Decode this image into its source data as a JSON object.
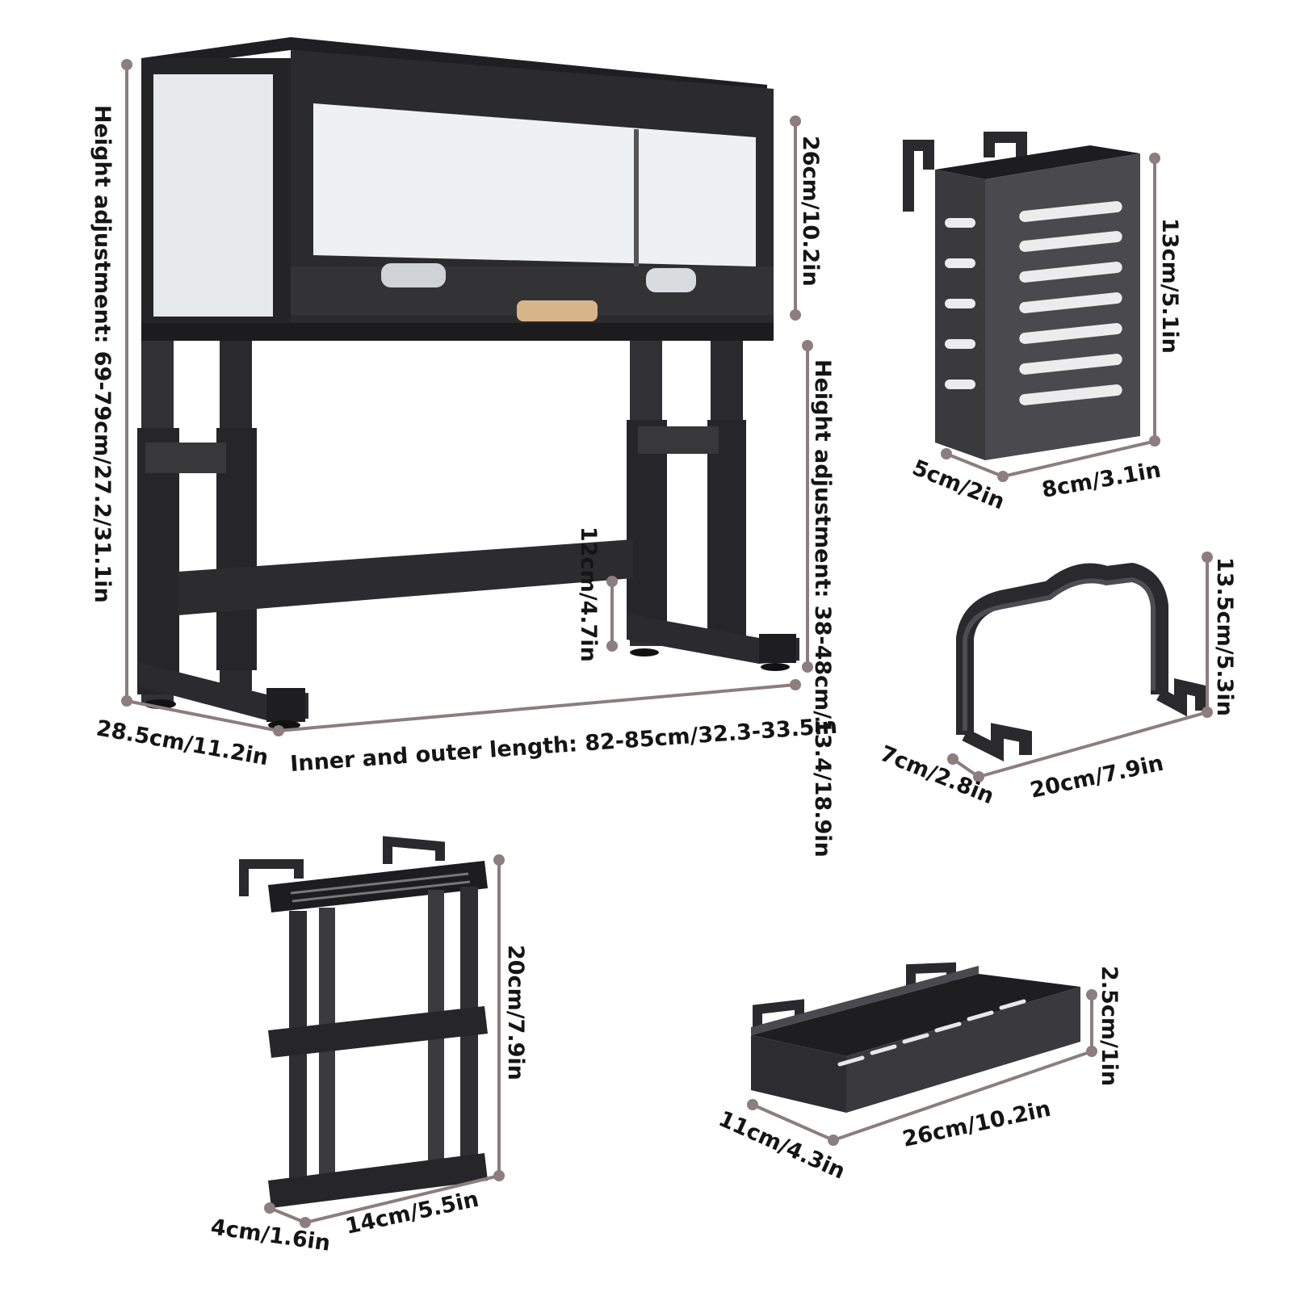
{
  "colors": {
    "metal": "#2f2f31",
    "metal_dark": "#1c1c1e",
    "metal_light": "#4a4a4e",
    "panel": "#eef0f2",
    "dimension_line": "#8c7d7f",
    "handle": "#d8b48a",
    "text": "#151515"
  },
  "icons": {
    "main_rack": "cabinet-rack-icon",
    "utensil_holder": "slotted-basket-icon",
    "lid_holder": "u-bracket-icon",
    "knife_rack": "knife-rack-icon",
    "sponge_tray": "tray-icon"
  },
  "main_rack": {
    "total_height": "Height adjustment: 69-79cm/27.2/31.1in",
    "cabinet_height": "26cm/10.2in",
    "leg_height": "Height adjustment: 38-48cm/13.4/18.9in",
    "crossbar_height": "12cm/4.7in",
    "length": "Inner and outer length: 82-85cm/32.3-33.5in",
    "depth": "28.5cm/11.2in"
  },
  "utensil_holder": {
    "height": "13cm/5.1in",
    "depth": "5cm/2in",
    "width": "8cm/3.1in"
  },
  "lid_holder": {
    "height": "13.5cm/5.3in",
    "depth": "7cm/2.8in",
    "width": "20cm/7.9in"
  },
  "knife_rack": {
    "height": "20cm/7.9in",
    "depth": "4cm/1.6in",
    "width": "14cm/5.5in"
  },
  "sponge_tray": {
    "height": "2.5cm/1in",
    "depth": "11cm/4.3in",
    "width": "26cm/10.2in"
  }
}
